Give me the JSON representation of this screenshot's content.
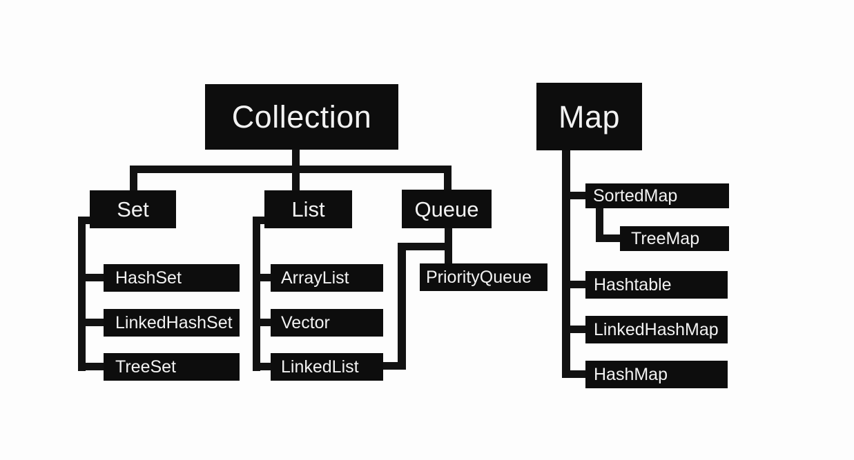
{
  "nodes": {
    "collection": {
      "label": "Collection"
    },
    "map": {
      "label": "Map"
    },
    "set": {
      "label": "Set"
    },
    "list": {
      "label": "List"
    },
    "queue": {
      "label": "Queue"
    },
    "hashset": {
      "label": "HashSet"
    },
    "linkedhashset": {
      "label": "LinkedHashSet"
    },
    "treeset": {
      "label": "TreeSet"
    },
    "arraylist": {
      "label": "ArrayList"
    },
    "vector": {
      "label": "Vector"
    },
    "linkedlist": {
      "label": "LinkedList"
    },
    "priorityqueue": {
      "label": "PriorityQueue"
    },
    "sortedmap": {
      "label": "SortedMap"
    },
    "treemap": {
      "label": "TreeMap"
    },
    "hashtable": {
      "label": "Hashtable"
    },
    "linkedhashmap": {
      "label": "LinkedHashMap"
    },
    "hashmap": {
      "label": "HashMap"
    }
  },
  "edges": [
    {
      "from": "Collection",
      "to": "Set"
    },
    {
      "from": "Collection",
      "to": "List"
    },
    {
      "from": "Collection",
      "to": "Queue"
    },
    {
      "from": "Set",
      "to": "HashSet"
    },
    {
      "from": "Set",
      "to": "LinkedHashSet"
    },
    {
      "from": "Set",
      "to": "TreeSet"
    },
    {
      "from": "List",
      "to": "ArrayList"
    },
    {
      "from": "List",
      "to": "Vector"
    },
    {
      "from": "List",
      "to": "LinkedList"
    },
    {
      "from": "Queue",
      "to": "PriorityQueue"
    },
    {
      "from": "Queue",
      "to": "LinkedList"
    },
    {
      "from": "Map",
      "to": "SortedMap"
    },
    {
      "from": "SortedMap",
      "to": "TreeMap"
    },
    {
      "from": "Map",
      "to": "Hashtable"
    },
    {
      "from": "Map",
      "to": "LinkedHashMap"
    },
    {
      "from": "Map",
      "to": "HashMap"
    }
  ],
  "colors": {
    "background": "#fdfdfd",
    "node_fill": "#0d0d0d",
    "node_text": "#f2f2f2",
    "connector": "#121212"
  }
}
